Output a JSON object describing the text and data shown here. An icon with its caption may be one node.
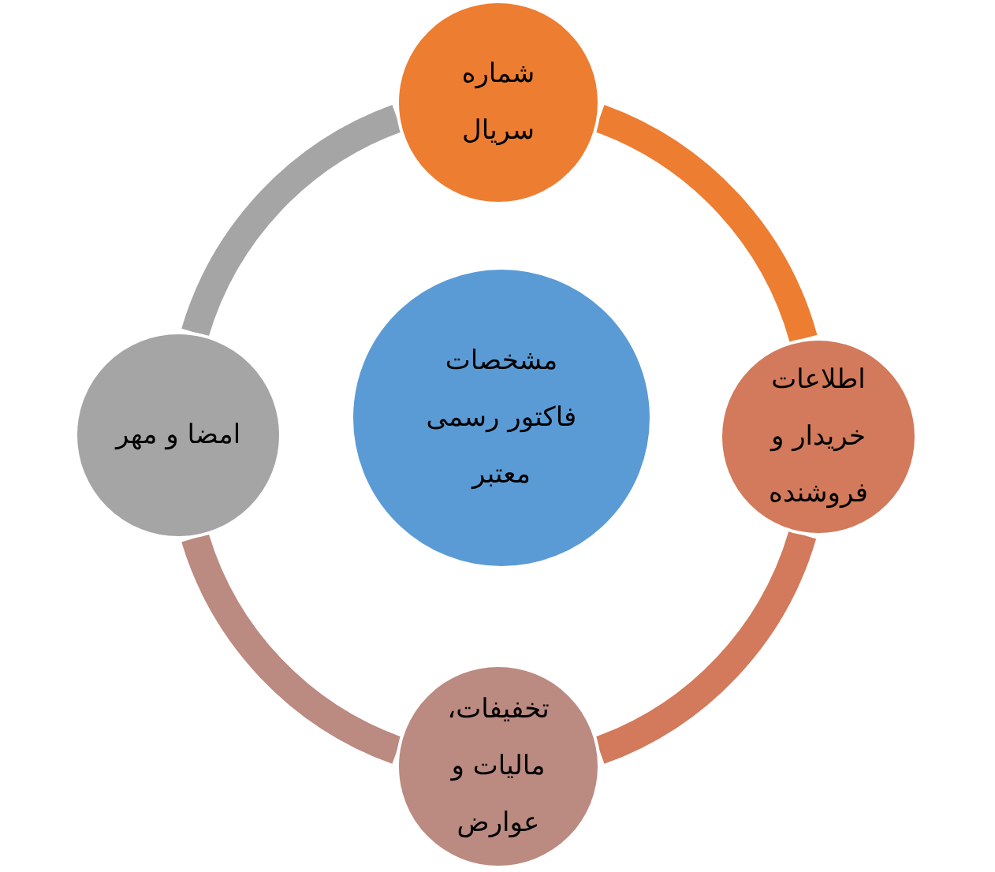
{
  "diagram": {
    "nodes": [
      {
        "text": [
          "مشخصات فاکتور رسمی معتبر"
        ]
      },
      {
        "text": [
          "شماره سریال"
        ]
      },
      {
        "text": [
          "اطلاعات خریدار و فروشنده"
        ]
      },
      {
        "text": [
          "تخفیفات، مالیات و عوارض"
        ]
      },
      {
        "text": [
          "امضا و مهر"
        ]
      }
    ],
    "edges": [
      {
        "from": 1,
        "to": 2,
        "arrow": "none",
        "color": "#ed7d31"
      },
      {
        "from": 2,
        "to": 3,
        "arrow": "none",
        "color": "#d27a5b"
      },
      {
        "from": 3,
        "to": 4,
        "arrow": "none",
        "color": "#bb8a80"
      },
      {
        "from": 4,
        "to": 1,
        "arrow": "none",
        "color": "#a5a5a5"
      }
    ]
  }
}
